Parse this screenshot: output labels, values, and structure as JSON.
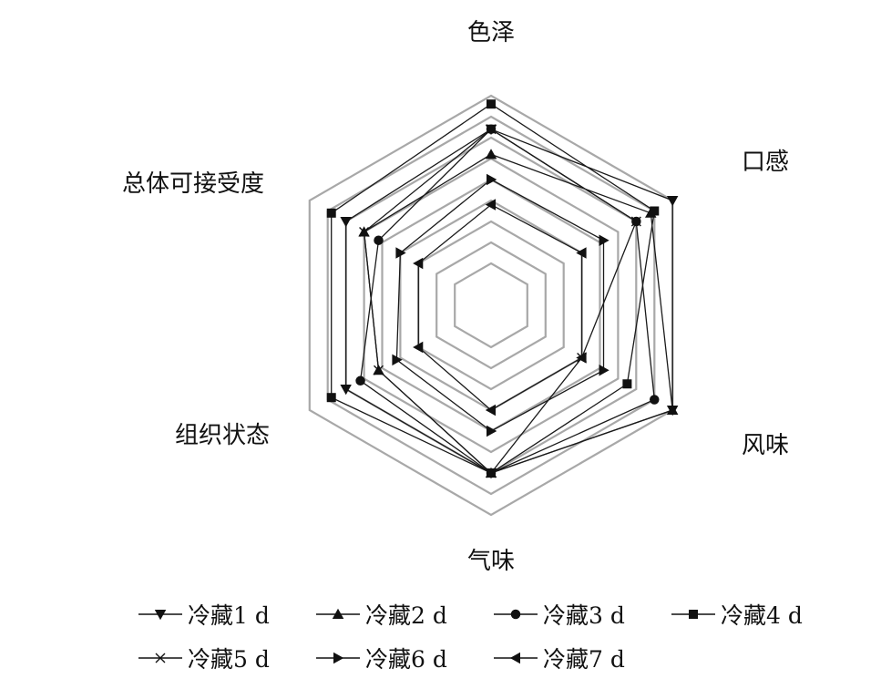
{
  "chart_data": {
    "type": "radar",
    "axes": [
      "色泽",
      "口感",
      "风味",
      "气味",
      "组织状态",
      "总体可接受度"
    ],
    "rlim": [
      0,
      10
    ],
    "grid_levels": [
      2,
      3,
      4,
      5,
      6,
      7,
      8,
      9,
      10
    ],
    "series": [
      {
        "name": "冷藏1 d",
        "marker": "triangle-down",
        "values": [
          8.4,
          10.0,
          10.0,
          8.0,
          8.0,
          8.0
        ]
      },
      {
        "name": "冷藏2 d",
        "marker": "triangle-up",
        "values": [
          7.2,
          8.8,
          10.0,
          8.0,
          6.2,
          7.0
        ]
      },
      {
        "name": "冷藏3 d",
        "marker": "circle",
        "values": [
          8.4,
          8.0,
          9.0,
          8.0,
          7.2,
          6.2
        ]
      },
      {
        "name": "冷藏4 d",
        "marker": "square",
        "values": [
          9.6,
          9.0,
          7.5,
          8.0,
          8.8,
          8.8
        ]
      },
      {
        "name": "冷藏5 d",
        "marker": "x",
        "values": [
          8.4,
          8.0,
          5.0,
          8.0,
          6.2,
          7.0
        ]
      },
      {
        "name": "冷藏6 d",
        "marker": "triangle-right",
        "values": [
          6.0,
          6.2,
          6.2,
          6.0,
          5.2,
          5.0
        ]
      },
      {
        "name": "冷藏7 d",
        "marker": "triangle-left",
        "values": [
          4.8,
          5.0,
          5.0,
          5.0,
          4.0,
          4.0
        ]
      }
    ]
  }
}
